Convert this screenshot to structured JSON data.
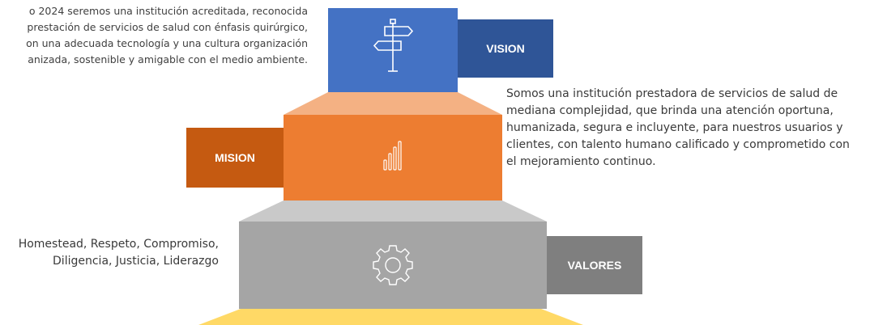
{
  "vision": {
    "label": "VISION",
    "icon": "signpost-icon",
    "lines": [
      "o 2024 seremos una institución acreditada, reconocida",
      "prestación de servicios de salud con énfasis quirúrgico,",
      "on una adecuada tecnología y una cultura organización",
      "anizada, sostenible y amigable con el medio ambiente."
    ]
  },
  "mision": {
    "label": "MISION",
    "icon": "bar-chart-icon",
    "text": "Somos una institución prestadora de servicios de salud de mediana complejidad, que brinda una atención oportuna, humanizada,  segura e incluyente, para nuestros usuarios y clientes, con talento humano calificado y comprometido con el mejoramiento continuo."
  },
  "valores": {
    "label": "VALORES",
    "icon": "gear-icon",
    "text": "Homestead, Respeto, Compromiso, Diligencia, Justicia, Liderazgo"
  },
  "colors": {
    "vision_block": "#4472C4",
    "vision_label_bg": "#2F5597",
    "mision_block": "#ED7D31",
    "mision_top": "#F4B183",
    "mision_label_bg": "#C55A11",
    "valores_block": "#A5A5A5",
    "valores_top": "#C9C9C9",
    "valores_label_bg": "#7F7F7F",
    "base_top": "#FFD966"
  }
}
